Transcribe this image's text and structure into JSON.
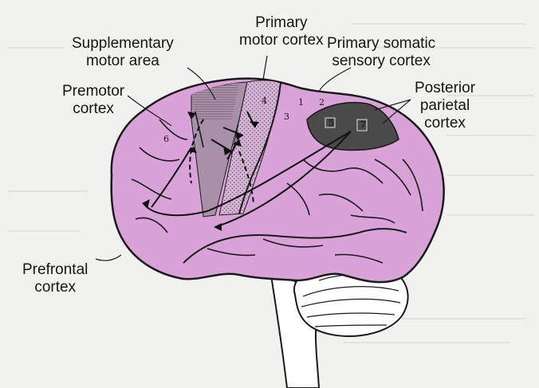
{
  "figure": {
    "labels": {
      "primary_motor": "Primary\nmotor cortex",
      "supplementary_motor": "Supplementary\nmotor area",
      "primary_somatic": "Primary somatic\nsensory cortex",
      "premotor": "Premotor\ncortex",
      "posterior_parietal": "Posterior\nparietal\ncortex",
      "prefrontal": "Prefrontal\ncortex"
    },
    "area_numbers": [
      "4",
      "3",
      "1",
      "2",
      "5",
      "7",
      "6"
    ],
    "colors": {
      "brain_fill": "#d9a3d9",
      "premotor_fill": "#a890a8",
      "motor_fill": "#c9a9c9",
      "parietal_fill": "#4a4a4a",
      "outline": "#1a1a1a",
      "cerebellum_fill": "#ffffff"
    }
  }
}
